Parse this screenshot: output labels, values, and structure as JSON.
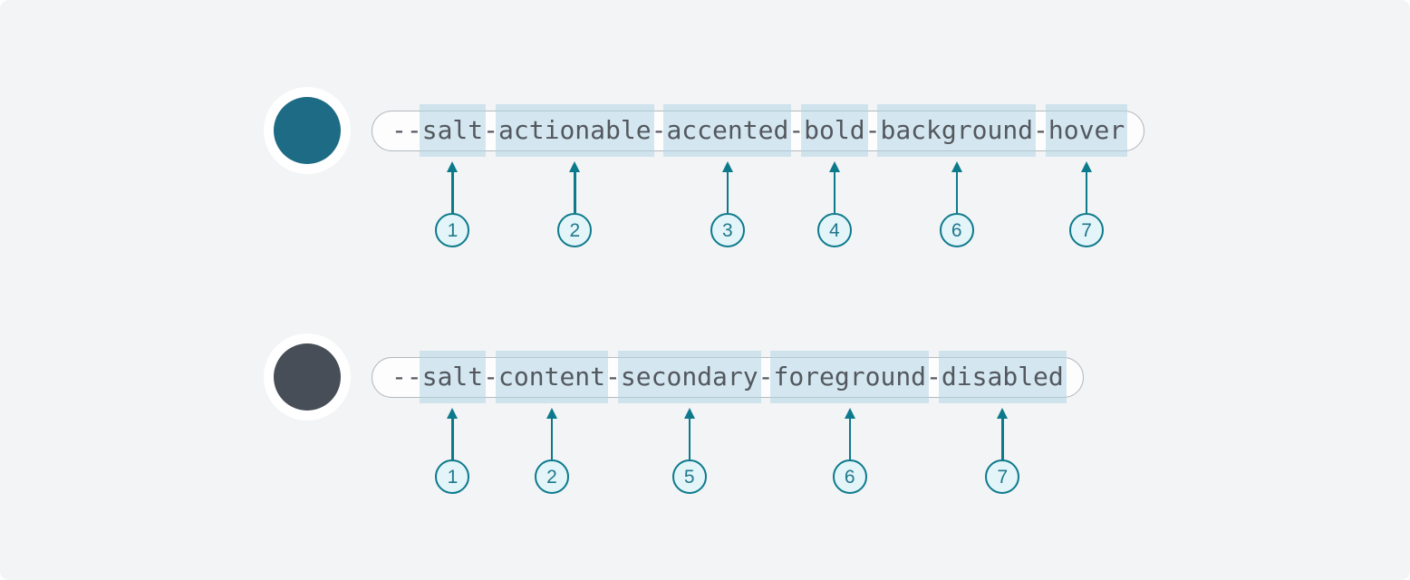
{
  "colors": {
    "panel_background": "#f2f4f6",
    "swatch_ring": "#ffffff",
    "teal_swatch": "#1e6b85",
    "gray_swatch": "#474e57",
    "pill_background": "#fdfdfe",
    "pill_border": "#b3b9bc",
    "token_text": "#53585e",
    "segment_highlight": "#d4e6ee",
    "marker_accent": "#0d7a8c",
    "marker_badge_fill": "#e3f5f9"
  },
  "rows": [
    {
      "full_token": "--salt-actionable-accented-bold-background-hover",
      "swatch_color": "#1e6b85",
      "segments": [
        {
          "text": "--"
        },
        {
          "text": "salt",
          "marker": "1"
        },
        {
          "text": "-"
        },
        {
          "text": "actionable",
          "marker": "2"
        },
        {
          "text": "-"
        },
        {
          "text": "accented",
          "marker": "3"
        },
        {
          "text": "-"
        },
        {
          "text": "bold",
          "marker": "4"
        },
        {
          "text": "-"
        },
        {
          "text": "background",
          "marker": "6"
        },
        {
          "text": "-"
        },
        {
          "text": "hover",
          "marker": "7"
        }
      ]
    },
    {
      "full_token": "--salt-content-secondary-foreground-disabled",
      "swatch_color": "#474e57",
      "segments": [
        {
          "text": "--"
        },
        {
          "text": "salt",
          "marker": "1"
        },
        {
          "text": "-"
        },
        {
          "text": "content",
          "marker": "2"
        },
        {
          "text": "-"
        },
        {
          "text": "secondary",
          "marker": "5"
        },
        {
          "text": "-"
        },
        {
          "text": "foreground",
          "marker": "6"
        },
        {
          "text": "-"
        },
        {
          "text": "disabled",
          "marker": "7"
        }
      ]
    }
  ]
}
